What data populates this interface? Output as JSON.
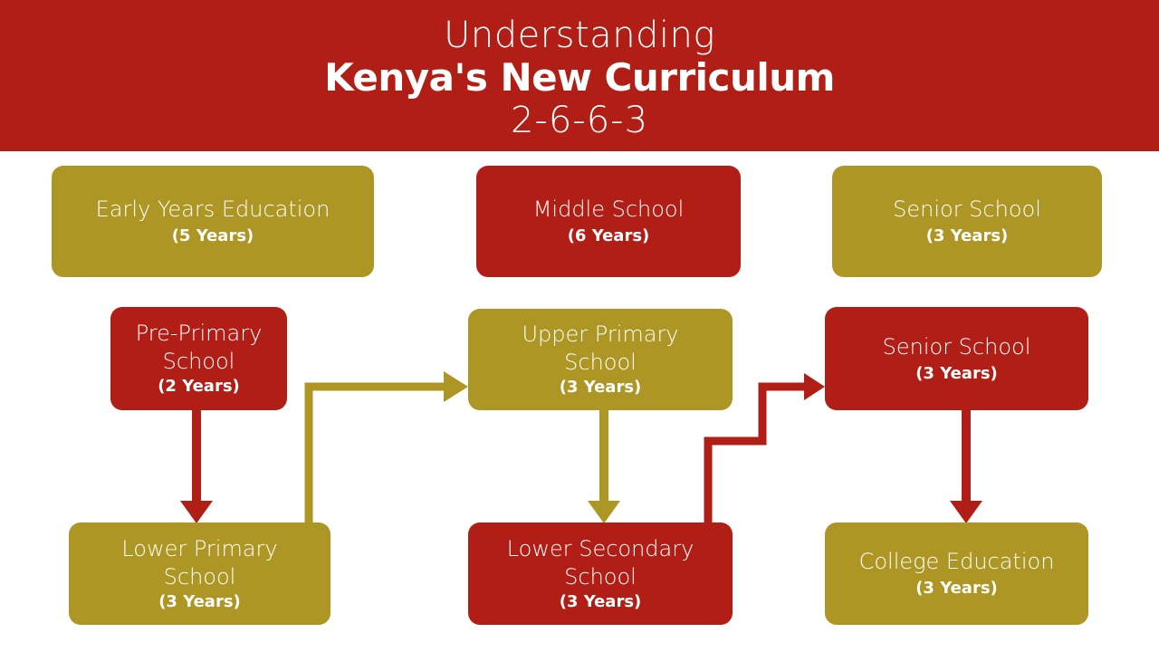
{
  "header": {
    "line1": "Understanding",
    "line2": "Kenya's New Curriculum",
    "line3": "2-6-6-3"
  },
  "colors": {
    "red": "#B11E16",
    "gold": "#AD9623",
    "background": "#FFFFFF",
    "text": "#FFFFFF"
  },
  "levels": [
    {
      "name": "Early Years Education",
      "duration": "(5 Years)",
      "color": "gold"
    },
    {
      "name": "Middle School",
      "duration": "(6 Years)",
      "color": "red"
    },
    {
      "name": "Senior School",
      "duration": "(3 Years)",
      "color": "gold"
    }
  ],
  "stages": [
    {
      "name_line1": "Pre-Primary",
      "name_line2": "School",
      "duration": "(2 Years)",
      "color": "red"
    },
    {
      "name_line1": "Lower Primary",
      "name_line2": "School",
      "duration": "(3 Years)",
      "color": "gold"
    },
    {
      "name_line1": "Upper Primary",
      "name_line2": "School",
      "duration": "(3 Years)",
      "color": "gold"
    },
    {
      "name_line1": "Lower Secondary",
      "name_line2": "School",
      "duration": "(3 Years)",
      "color": "red"
    },
    {
      "name_line1": "Senior School",
      "name_line2": "",
      "duration": "(3 Years)",
      "color": "red"
    },
    {
      "name_line1": "College Education",
      "name_line2": "",
      "duration": "(3 Years)",
      "color": "gold"
    }
  ],
  "flow": [
    {
      "from": "Pre-Primary School",
      "to": "Lower Primary School",
      "color": "red"
    },
    {
      "from": "Lower Primary School",
      "to": "Upper Primary School",
      "color": "gold"
    },
    {
      "from": "Upper Primary School",
      "to": "Lower Secondary School",
      "color": "gold"
    },
    {
      "from": "Lower Secondary School",
      "to": "Senior School",
      "color": "red"
    },
    {
      "from": "Senior School",
      "to": "College Education",
      "color": "red"
    }
  ]
}
